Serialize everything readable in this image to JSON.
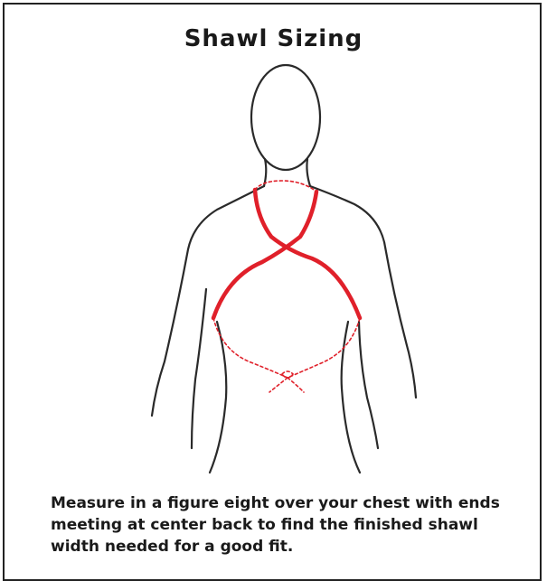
{
  "title": "Shawl Sizing",
  "caption": "Measure in a figure eight over your chest with ends meeting at center back to find the finished shawl width needed for a good fit.",
  "figure": {
    "icon": "body-outline-illustration",
    "outline_color": "#2a2a2a",
    "shawl_color": "#e0202a"
  }
}
